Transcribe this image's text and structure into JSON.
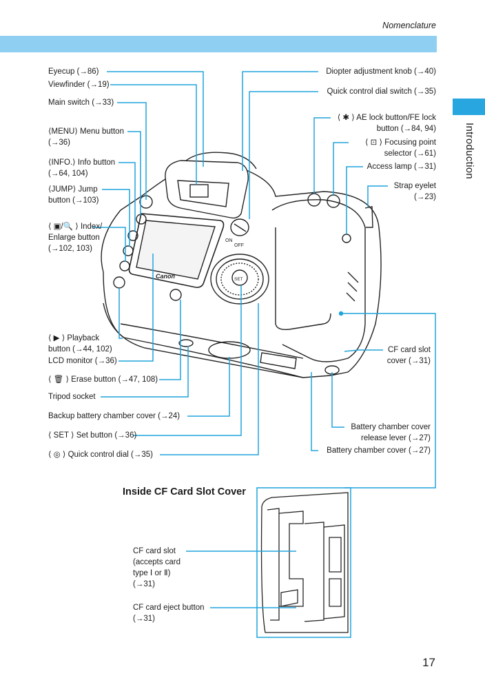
{
  "header": {
    "section": "Nomenclature",
    "tab": "Introduction",
    "page_number": "17"
  },
  "labels": {
    "eyecup": "Eyecup  (→86)",
    "viewfinder": "Viewfinder (→19)",
    "main_switch": "Main switch (→33)",
    "menu_button": "⟨MENU⟩ Menu button\n(→36)",
    "info_button": "⟨INFO.⟩ Info button\n(→64, 104)",
    "jump_button": "⟨JUMP⟩ Jump\nbutton (→103)",
    "index_button": "⟨ ▣/🔍 ⟩ Index/\nEnlarge button\n(→102, 103)",
    "playback_button": "⟨ ▶ ⟩ Playback\nbutton (→44, 102)",
    "lcd_monitor": "LCD monitor (→36)",
    "erase_button": "⟨ 🗑 ⟩ Erase button (→47, 108)",
    "tripod_socket": "Tripod socket",
    "backup_battery": "Backup battery chamber cover (→24)",
    "set_button": "⟨ SET ⟩ Set button (→36)",
    "quick_dial": "⟨ ◎ ⟩ Quick control dial (→35)",
    "diopter": "Diopter adjustment knob (→40)",
    "quick_dial_switch": "Quick control dial switch (→35)",
    "ae_lock": "⟨ ✱ ⟩ AE lock button/FE lock\nbutton (→84, 94)",
    "focusing_point": "⟨  ⊡  ⟩ Focusing point\nselector (→61)",
    "access_lamp": "Access lamp (→31)",
    "strap_eyelet": "Strap eyelet\n(→23)",
    "cf_cover": "CF card slot\ncover (→31)",
    "battery_lever": "Battery chamber cover\nrelease lever (→27)",
    "battery_cover": "Battery chamber cover (→27)"
  },
  "inside": {
    "title": "Inside CF Card Slot Cover",
    "cf_slot": "CF card slot\n(accepts card\ntype Ⅰ or Ⅱ)\n(→31)",
    "cf_eject": "CF card eject button\n(→31)"
  },
  "camera_marks": {
    "brand": "Canon",
    "set": "SET",
    "on": "ON",
    "off": "OFF"
  },
  "colors": {
    "band": "#8fd0f2",
    "tab": "#27a6df",
    "leader": "#1ea3dc"
  }
}
